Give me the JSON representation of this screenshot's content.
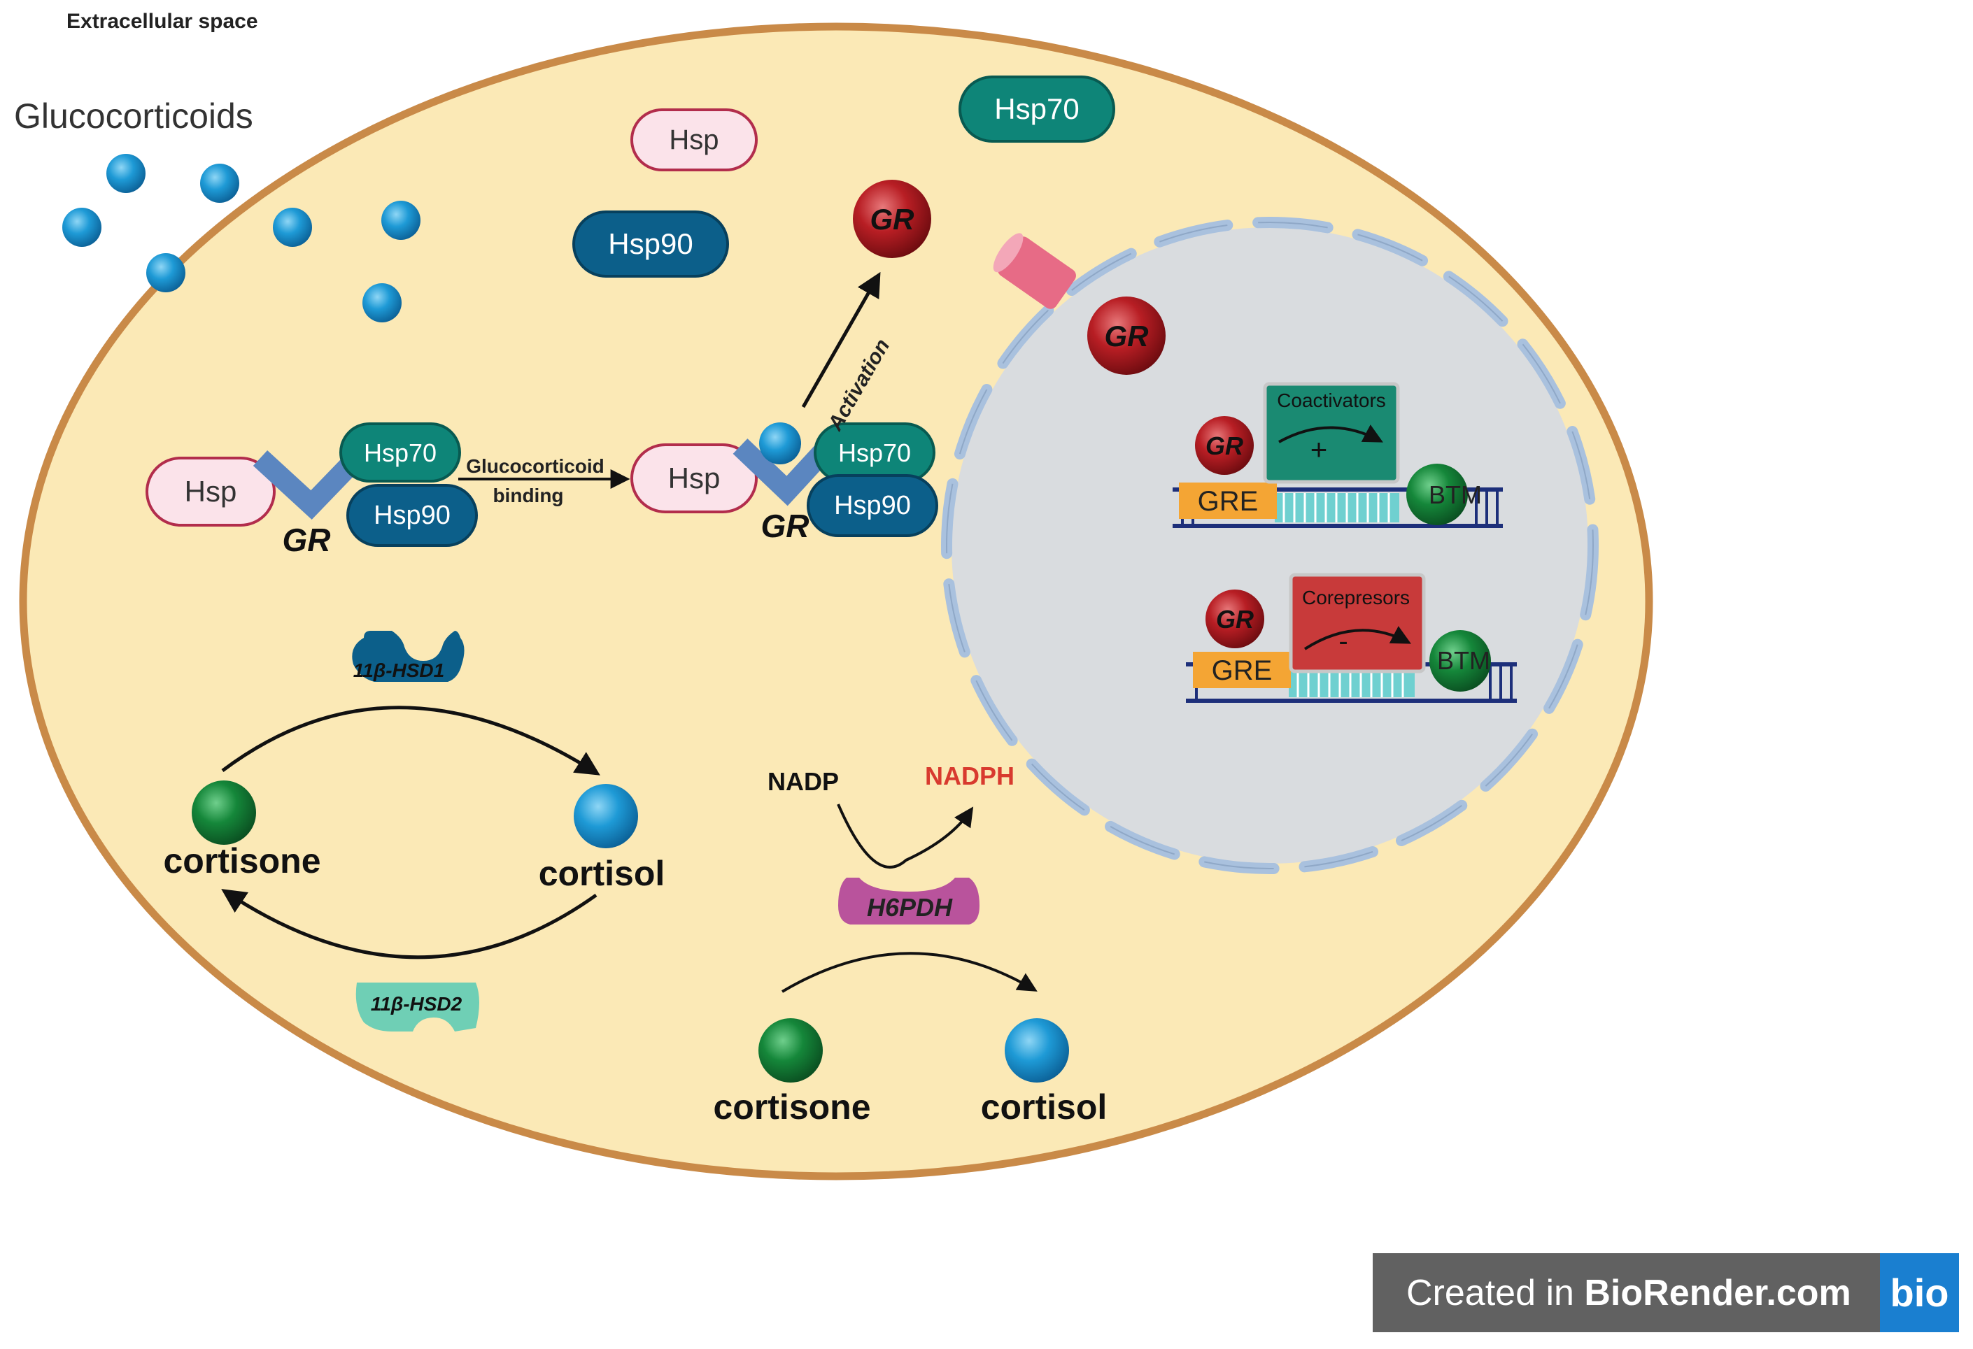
{
  "labels": {
    "extracellular": "Extracellular space",
    "glucocorticoids": "Glucocorticoids",
    "hsp": "Hsp",
    "hsp70": "Hsp70",
    "hsp90": "Hsp90",
    "gr": "GR",
    "glucocorticoid_binding_line1": "Glucocorticoid",
    "glucocorticoid_binding_line2": "binding",
    "activation": "Activation",
    "coactivators": "Coactivators",
    "corepresors": "Corepresors",
    "plus": "+",
    "minus": "-",
    "gre": "GRE",
    "btm": "BTM",
    "hsd1": "11β-HSD1",
    "hsd2": "11β-HSD2",
    "h6pdh": "H6PDH",
    "nadp": "NADP",
    "nadph": "NADPH",
    "cortisone": "cortisone",
    "cortisol": "cortisol"
  },
  "badge": {
    "prefix": "Created in ",
    "brand": "BioRender.com",
    "logo": "bio"
  },
  "colors": {
    "cytoplasm": "#fbe9b6",
    "membrane": "#c98a48",
    "nucleus": "#d9dcdf",
    "nuclear_envelope": "#a9c1de",
    "hsp_pink": "#fbe3ea",
    "hsp70_teal": "#0e8578",
    "hsp90_blue": "#0c5f8a",
    "gr_red": "#b81e24",
    "cortisol_blue": "#1e9ad6",
    "cortisone_green": "#15873a",
    "coactivator": "#1a8a72",
    "corepressor": "#c83a3a",
    "gre_orange": "#f4a534",
    "h6pdh_purple": "#b9539c",
    "nadph_red": "#d83a2e"
  }
}
